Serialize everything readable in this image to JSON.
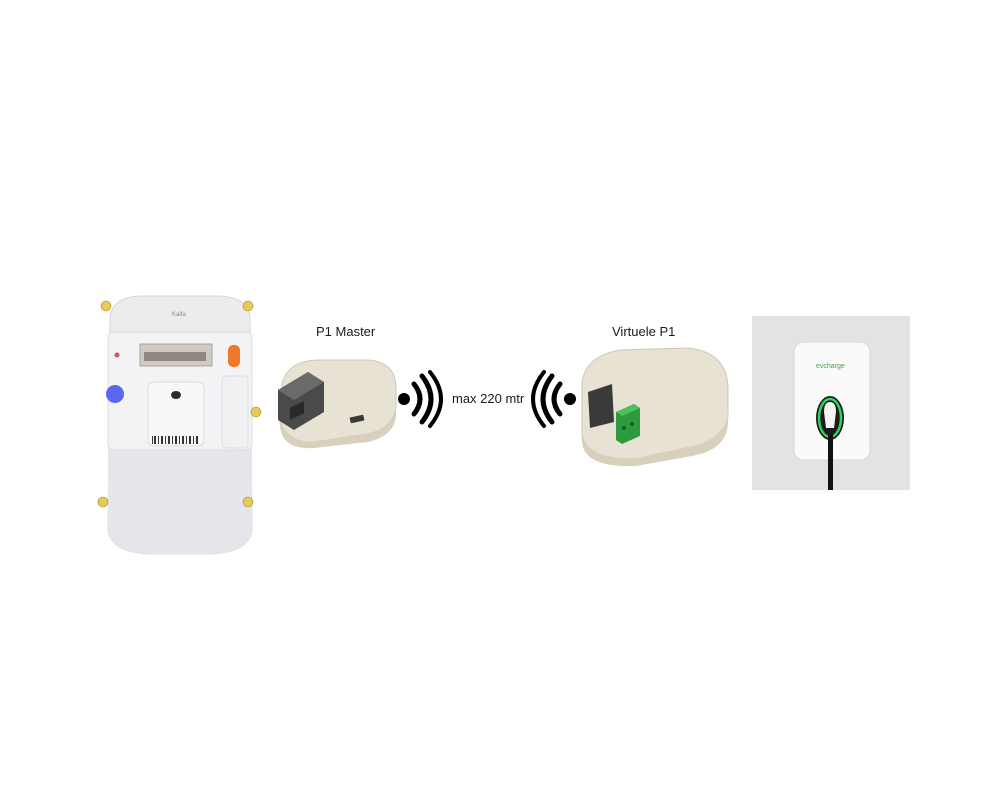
{
  "labels": {
    "p1_master": "P1 Master",
    "virtuele_p1": "Virtuele P1",
    "range": "max 220 mtr"
  },
  "meter": {
    "brand": "Kaifa"
  },
  "charger": {
    "brand": "evcharge"
  },
  "icons": {
    "wireless_out": "wireless-signal-right-icon",
    "wireless_in": "wireless-signal-left-icon"
  },
  "colors": {
    "device_body": "#e8e2d4",
    "meter_body": "#eeeef0",
    "meter_button": "#5b67f0",
    "meter_orange": "#f07a2c",
    "connector_green": "#2e9a3e",
    "charger_ring": "#2fd25a",
    "panel_bg": "#e3e3e3"
  }
}
